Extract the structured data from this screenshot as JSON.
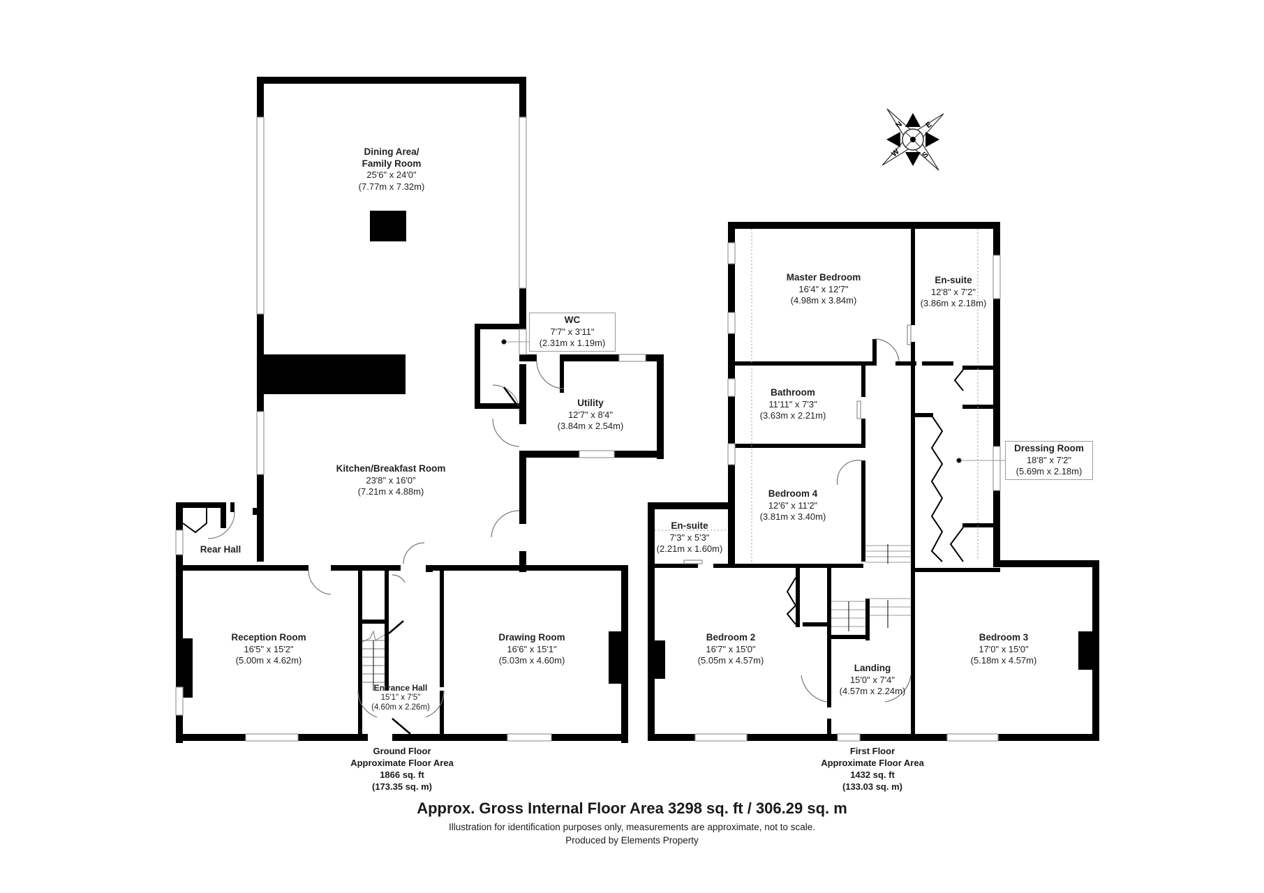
{
  "compass": {
    "labels": [
      "N",
      "E",
      "S",
      "W"
    ],
    "icon": "compass-rose-icon"
  },
  "ground_floor": {
    "rooms": [
      {
        "name": "Dining Area/",
        "name2": "Family Room",
        "imperial": "25'6\" x 24'0\"",
        "metric": "(7.77m x 7.32m)"
      },
      {
        "name": "WC",
        "imperial": "7'7\" x 3'11\"",
        "metric": "(2.31m x 1.19m)"
      },
      {
        "name": "Utility",
        "imperial": "12'7\" x 8'4\"",
        "metric": "(3.84m x 2.54m)"
      },
      {
        "name": "Kitchen/Breakfast Room",
        "imperial": "23'8\" x 16'0\"",
        "metric": "(7.21m x 4.88m)"
      },
      {
        "name": "Rear Hall"
      },
      {
        "name": "Reception Room",
        "imperial": "16'5\" x 15'2\"",
        "metric": "(5.00m x 4.62m)"
      },
      {
        "name": "Drawing Room",
        "imperial": "16'6\" x 15'1\"",
        "metric": "(5.03m x 4.60m)"
      },
      {
        "name": "Entrance Hall",
        "imperial": "15'1\" x 7'5\"",
        "metric": "(4.60m x 2.26m)"
      }
    ],
    "summary": {
      "title": "Ground Floor",
      "subtitle": "Approximate Floor Area",
      "sqft": "1866 sq. ft",
      "sqm": "(173.35 sq. m)"
    }
  },
  "first_floor": {
    "rooms": [
      {
        "name": "Master Bedroom",
        "imperial": "16'4\" x 12'7\"",
        "metric": "(4.98m x 3.84m)"
      },
      {
        "name": "En-suite",
        "imperial": "12'8\" x 7'2\"",
        "metric": "(3.86m x 2.18m)"
      },
      {
        "name": "Bathroom",
        "imperial": "11'11\" x 7'3\"",
        "metric": "(3.63m x 2.21m)"
      },
      {
        "name": "Bedroom 4",
        "imperial": "12'6\" x 11'2\"",
        "metric": "(3.81m x 3.40m)"
      },
      {
        "name": "Dressing Room",
        "imperial": "18'8\" x 7'2\"",
        "metric": "(5.69m x 2.18m)"
      },
      {
        "name": "En-suite",
        "imperial": "7'3\" x 5'3\"",
        "metric": "(2.21m x 1.60m)"
      },
      {
        "name": "Bedroom 2",
        "imperial": "16'7\" x 15'0\"",
        "metric": "(5.05m x 4.57m)"
      },
      {
        "name": "Landing",
        "imperial": "15'0\" x 7'4\"",
        "metric": "(4.57m x 2.24m)"
      },
      {
        "name": "Bedroom 3",
        "imperial": "17'0\" x 15'0\"",
        "metric": "(5.18m x 4.57m)"
      }
    ],
    "summary": {
      "title": "First Floor",
      "subtitle": "Approximate Floor Area",
      "sqft": "1432 sq. ft",
      "sqm": "(133.03 sq. m)"
    }
  },
  "footer": {
    "gross_area": "Approx. Gross Internal Floor Area 3298 sq. ft / 306.29 sq. m",
    "disclaimer": "Illustration for identification purposes only, measurements are approximate, not to scale.",
    "producer": "Produced by Elements Property"
  },
  "colors": {
    "wall": "#000000",
    "window": "#9a9a9a",
    "label_box": "#9a9a9a",
    "background": "#ffffff"
  }
}
